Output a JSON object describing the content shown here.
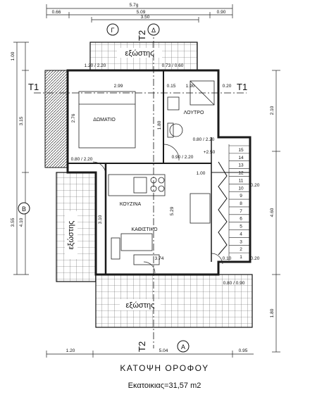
{
  "drawing": {
    "title": "ΚΑΤΟΨΗ ΟΡΟΦΟΥ",
    "area_label": "Εκατοικιας=31,57 m2"
  },
  "rooms": {
    "bedroom": "ΔΩΜΑΤΙΟ",
    "bathroom": "ΛΟΥΤΡΟ",
    "kitchen": "ΚΟΥΖΙΝΑ",
    "living": "ΚΑΘΙΣΤΙΚΟ",
    "balcony_top": "εξώστης",
    "balcony_left": "εξώστης",
    "balcony_bottom": "εξώστης"
  },
  "sections": {
    "t1": "T1",
    "t2": "T2",
    "axis_a": "A",
    "axis_b": "B",
    "axis_g": "Γ",
    "axis_d": "Δ"
  },
  "dimensions": {
    "top_total": "5.7g",
    "top_left": "0.66",
    "top_mid": "5.09",
    "top_right": "0.90",
    "top_inner": "3.50",
    "left_1": "1.00",
    "left_2": "3.15",
    "left_3": "3.55",
    "left_4": "4.10",
    "right_1": "2.10",
    "right_2": "4.60",
    "right_3": "1.80",
    "bottom_left": "1.20",
    "bottom_mid": "5.04",
    "bottom_right": "0.95",
    "inner_1": "2.99",
    "inner_2": "1.90",
    "inner_3": "0.15",
    "inner_4": "0.20",
    "inner_5": "1.00",
    "inner_6": "2.76",
    "inner_7": "3.10",
    "inner_8": "1.80",
    "inner_9": "5.29",
    "inner_10": "3.74",
    "inner_11": "0.20",
    "inner_12": "0.10",
    "inner_13": "0.20",
    "level": "+2.50",
    "w1": "1.20 / 2.20",
    "w2": "0.73 / 0.60",
    "d1": "0.80 / 2.20",
    "d2": "0.90 / 2.20",
    "d3": "0.80 / 2.20",
    "d4": "0.80 / 0.90"
  },
  "stairs": {
    "steps": [
      "1",
      "2",
      "3",
      "4",
      "5",
      "6",
      "7",
      "8",
      "9",
      "10",
      "11",
      "12",
      "13",
      "14",
      "15"
    ]
  },
  "colors": {
    "ink": "#111111",
    "paper": "#ffffff",
    "wall": "#1a1a1a"
  }
}
